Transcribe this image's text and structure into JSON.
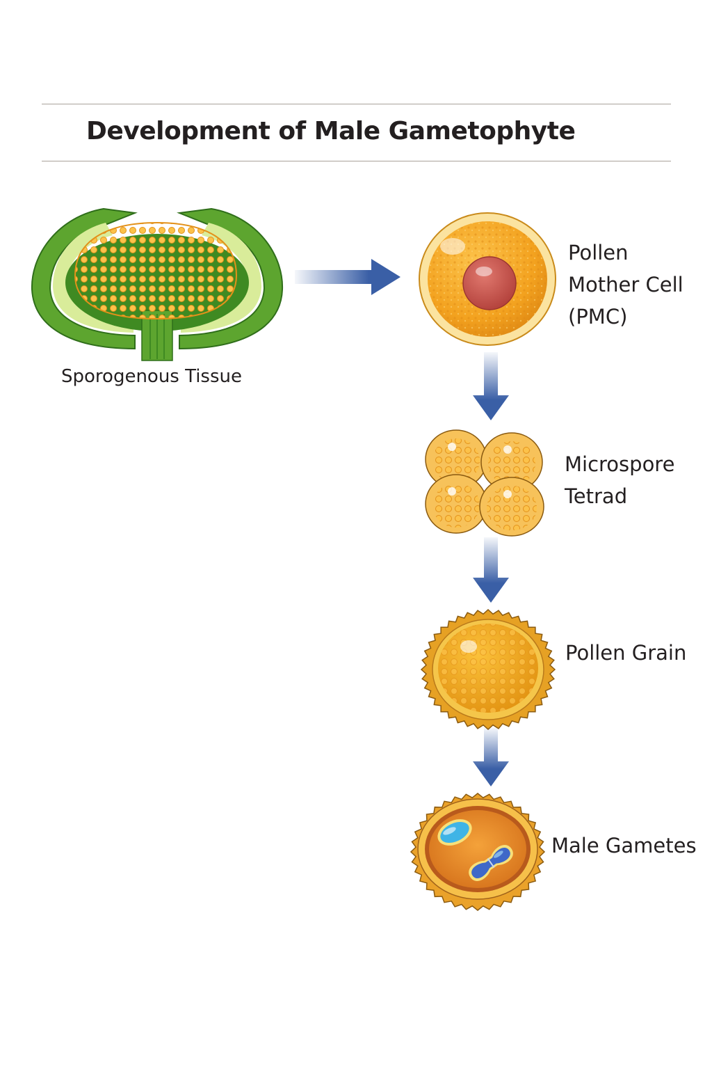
{
  "title": "Development of Male Gametophyte",
  "stages": [
    {
      "label": "Sporogenous Tissue",
      "lines": [
        "Sporogenous Tissue"
      ]
    },
    {
      "label": "Pollen Mother Cell (PMC)",
      "lines": [
        "Pollen",
        "Mother Cell",
        "(PMC)"
      ]
    },
    {
      "label": "Microspore Tetrad",
      "lines": [
        "Microspore",
        "Tetrad"
      ]
    },
    {
      "label": "Pollen Grain",
      "lines": [
        "Pollen Grain"
      ]
    },
    {
      "label": "Male Gametes",
      "lines": [
        "Male Gametes"
      ]
    }
  ],
  "flow": [
    {
      "from": "Sporogenous Tissue",
      "to": "Pollen Mother Cell (PMC)",
      "direction": "right"
    },
    {
      "from": "Pollen Mother Cell (PMC)",
      "to": "Microspore Tetrad",
      "direction": "down"
    },
    {
      "from": "Microspore Tetrad",
      "to": "Pollen Grain",
      "direction": "down"
    },
    {
      "from": "Pollen Grain",
      "to": "Male Gametes",
      "direction": "down"
    }
  ],
  "colors": {
    "arrow": "#3a5fa6",
    "tissue_green": "#5a9e2c",
    "cell_orange": "#f5a623",
    "nucleus_red": "#c0504d",
    "gamete_blue": "#3fa9e0"
  }
}
